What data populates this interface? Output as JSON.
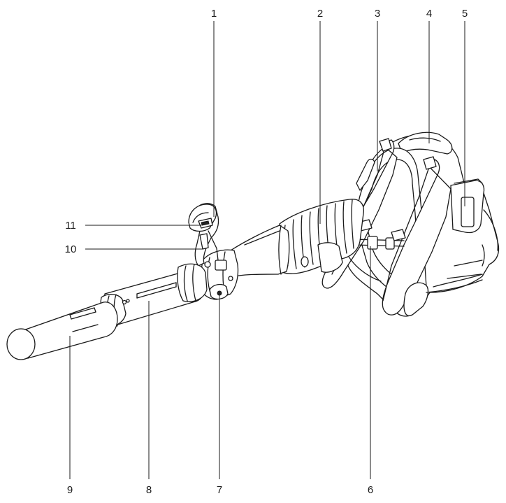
{
  "figure": {
    "description_free": true,
    "callouts": [
      {
        "id": "1",
        "label": "1"
      },
      {
        "id": "2",
        "label": "2"
      },
      {
        "id": "3",
        "label": "3"
      },
      {
        "id": "4",
        "label": "4"
      },
      {
        "id": "5",
        "label": "5"
      },
      {
        "id": "6",
        "label": "6"
      },
      {
        "id": "7",
        "label": "7"
      },
      {
        "id": "8",
        "label": "8"
      },
      {
        "id": "9",
        "label": "9"
      },
      {
        "id": "10",
        "label": "10"
      },
      {
        "id": "11",
        "label": "11"
      }
    ]
  }
}
